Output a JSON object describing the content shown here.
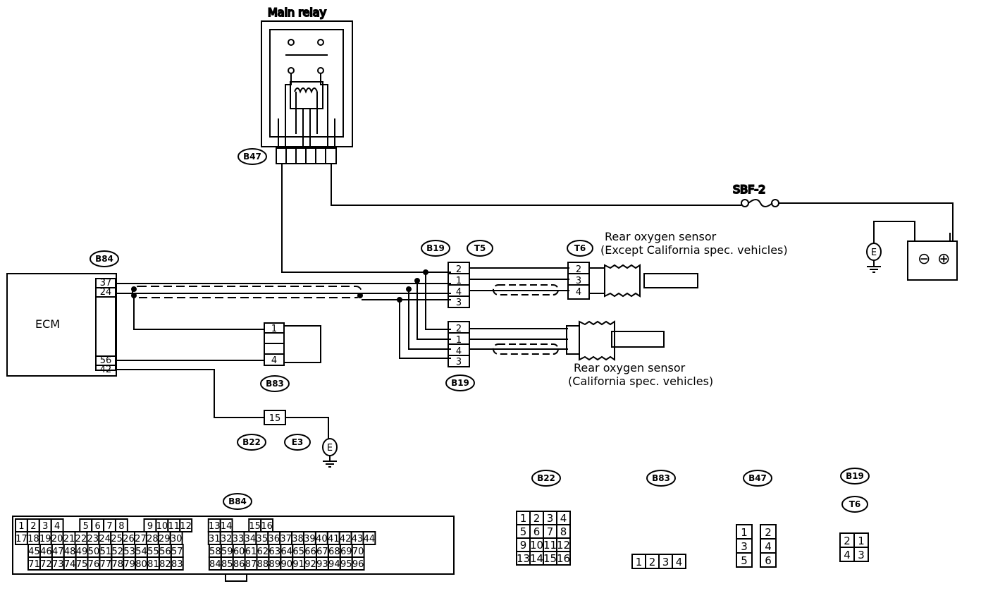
{
  "labels": {
    "main_relay": "Main relay",
    "ecm": "ECM",
    "fuse": "SBF-2",
    "rear_o2_except_line1": "Rear oxygen sensor",
    "rear_o2_except_line2": "(Except California spec. vehicles)",
    "rear_o2_cal_line1": "Rear oxygen sensor",
    "rear_o2_cal_line2": "(California spec. vehicles)",
    "ground_symbol": "E",
    "battery_minus": "⊖",
    "battery_plus": "⊕"
  },
  "tags": {
    "b47": "B47",
    "b84": "B84",
    "b19_top": "B19",
    "t5": "T5",
    "t6": "T6",
    "b19_bottom": "B19",
    "b83": "B83",
    "b22": "B22",
    "e3": "E3",
    "b84_conn": "B84",
    "b22_conn": "B22",
    "b83_conn": "B83",
    "b47_conn": "B47",
    "b19_conn": "B19",
    "t6_conn": "T6"
  },
  "ecm_pins": [
    "37",
    "24",
    "56",
    "42"
  ],
  "t5_pins": [
    "2",
    "1",
    "4",
    "3"
  ],
  "t6_pins": [
    "2",
    "3",
    "4"
  ],
  "b19_pins": [
    "2",
    "1",
    "4",
    "3"
  ],
  "b83_pins": [
    "1",
    "4"
  ],
  "b22_pin": "15",
  "connectors": {
    "b84_rows": [
      [
        "1",
        "2",
        "3",
        "4",
        "5",
        "6",
        "7",
        "8",
        "9",
        "10",
        "11",
        "12",
        "13",
        "14",
        "15",
        "16"
      ],
      [
        "17",
        "18",
        "19",
        "20",
        "21",
        "22",
        "23",
        "24",
        "25",
        "26",
        "27",
        "28",
        "29",
        "30",
        "31",
        "32",
        "33",
        "34",
        "35",
        "36",
        "37",
        "38",
        "39",
        "40",
        "41",
        "42",
        "43",
        "44"
      ],
      [
        "45",
        "46",
        "47",
        "48",
        "49",
        "50",
        "51",
        "52",
        "53",
        "54",
        "55",
        "56",
        "57",
        "58",
        "59",
        "60",
        "61",
        "62",
        "63",
        "64",
        "65",
        "66",
        "67",
        "68",
        "69",
        "70"
      ],
      [
        "71",
        "72",
        "73",
        "74",
        "75",
        "76",
        "77",
        "78",
        "79",
        "80",
        "81",
        "82",
        "83",
        "84",
        "85",
        "86",
        "87",
        "88",
        "89",
        "90",
        "91",
        "92",
        "93",
        "94",
        "95",
        "96"
      ]
    ],
    "b22_rows": [
      [
        "1",
        "2",
        "3",
        "4"
      ],
      [
        "5",
        "6",
        "7",
        "8"
      ],
      [
        "9",
        "10",
        "11",
        "12"
      ],
      [
        "13",
        "14",
        "15",
        "16"
      ]
    ],
    "b83_row": [
      "1",
      "2",
      "3",
      "4"
    ],
    "b47_rows": [
      [
        "1",
        "2"
      ],
      [
        "3",
        "4"
      ],
      [
        "5",
        "6"
      ]
    ],
    "b19_rows": [
      [
        "2",
        "1"
      ],
      [
        "4",
        "3"
      ]
    ]
  }
}
